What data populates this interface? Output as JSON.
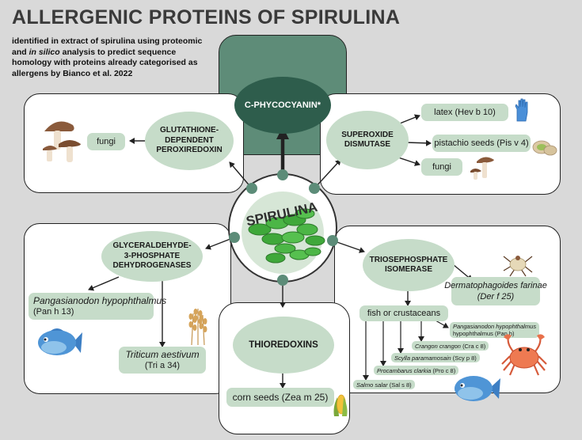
{
  "title": "ALLERGENIC PROTEINS OF SPIRULINA",
  "subtitle": {
    "part1": "identified in extract of spirulina using proteomic and ",
    "italic": "in silico",
    "part2": " analysis to predict sequence homology with proteins already categorised as allergens by Bianco et al. 2022"
  },
  "center": "SPIRULINA",
  "phycocyanin": "C-PHYCOCYANIN*",
  "glutathione": {
    "name": "GLUTATHIONE-DEPENDENT PEROXIREDOXIN",
    "targets": [
      "fungi"
    ]
  },
  "superoxide": {
    "name": "SUPEROXIDE DISMUTASE",
    "targets": [
      "latex (Hev b 10)",
      "pistachio seeds (Pis v 4)",
      "fungi"
    ]
  },
  "glyceraldehyde": {
    "name": "GLYCERALDEHYDE-3-PHOSPHATE DEHYDROGENASES",
    "target1_italic": "Pangasianodon hypophthalmus",
    "target1_code": "(Pan h 13)",
    "target2_italic": "Triticum aestivum",
    "target2_code": "(Tri a 34)"
  },
  "triose": {
    "name": "TRIOSEPHOSPHATE ISOMERASE",
    "mite_italic": "Dermatophagoides farinae",
    "mite_code": "(Der f 25)",
    "group": "fish or crustaceans",
    "species": [
      {
        "italic": "Pangasianodon hypophthalmus",
        "code": "(Pan h)"
      },
      {
        "italic": "Crangon crangon",
        "code": "(Cra c 8)"
      },
      {
        "italic": "Scylla paramamosain",
        "code": "(Scy p 8)"
      },
      {
        "italic": "Procambarus clarkia",
        "code": "(Pro c 8)"
      },
      {
        "italic": "Salmo salar",
        "code": "(Sal s 8)"
      }
    ]
  },
  "thioredoxin": {
    "name": "THIOREDOXINS",
    "target": "corn seeds (Zea m 25)"
  },
  "colors": {
    "background": "#d9d9d9",
    "green_pale": "#c6dcc9",
    "green_dark": "#2e5d4c",
    "teal_box": "#5e8c78",
    "node": "#5c8c78",
    "tablet": "#3fa83a"
  },
  "icons": [
    "mushroom-icon",
    "glove-icon",
    "pistachio-icon",
    "fish-icon",
    "wheat-icon",
    "mite-icon",
    "crab-icon",
    "corn-icon"
  ]
}
